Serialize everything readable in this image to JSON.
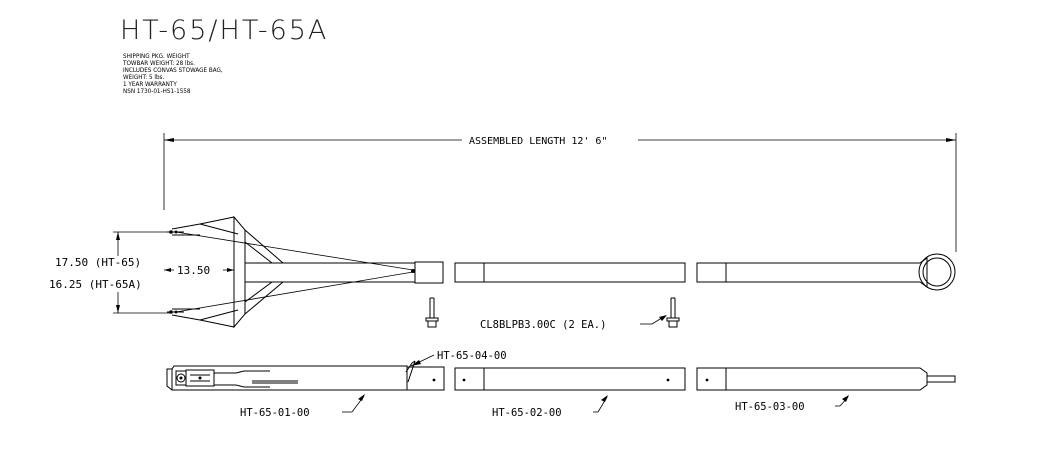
{
  "title": "HT-65/HT-65A",
  "notes": [
    "SHIPPING PKG. WEIGHT",
    "TOWBAR WEIGHT: 28 lbs.",
    "INCLUDES CONVAS STOWAGE BAG,",
    "WEIGHT: 5 lbs.",
    "1 YEAR WARRANTY",
    "NSN 1730-01-HS1-1558"
  ],
  "dimensions": {
    "assembled_length": "ASSEMBLED LENGTH 12' 6\"",
    "width_ht65": "17.50 (HT-65)",
    "width_ht65a": "16.25 (HT-65A)",
    "offset": "13.50"
  },
  "callouts": {
    "pin": "CL8BLPB3.00C (2 EA.)",
    "part_04": "HT-65-04-00",
    "part_01": "HT-65-01-00",
    "part_02": "HT-65-02-00",
    "part_03": "HT-65-03-00"
  }
}
